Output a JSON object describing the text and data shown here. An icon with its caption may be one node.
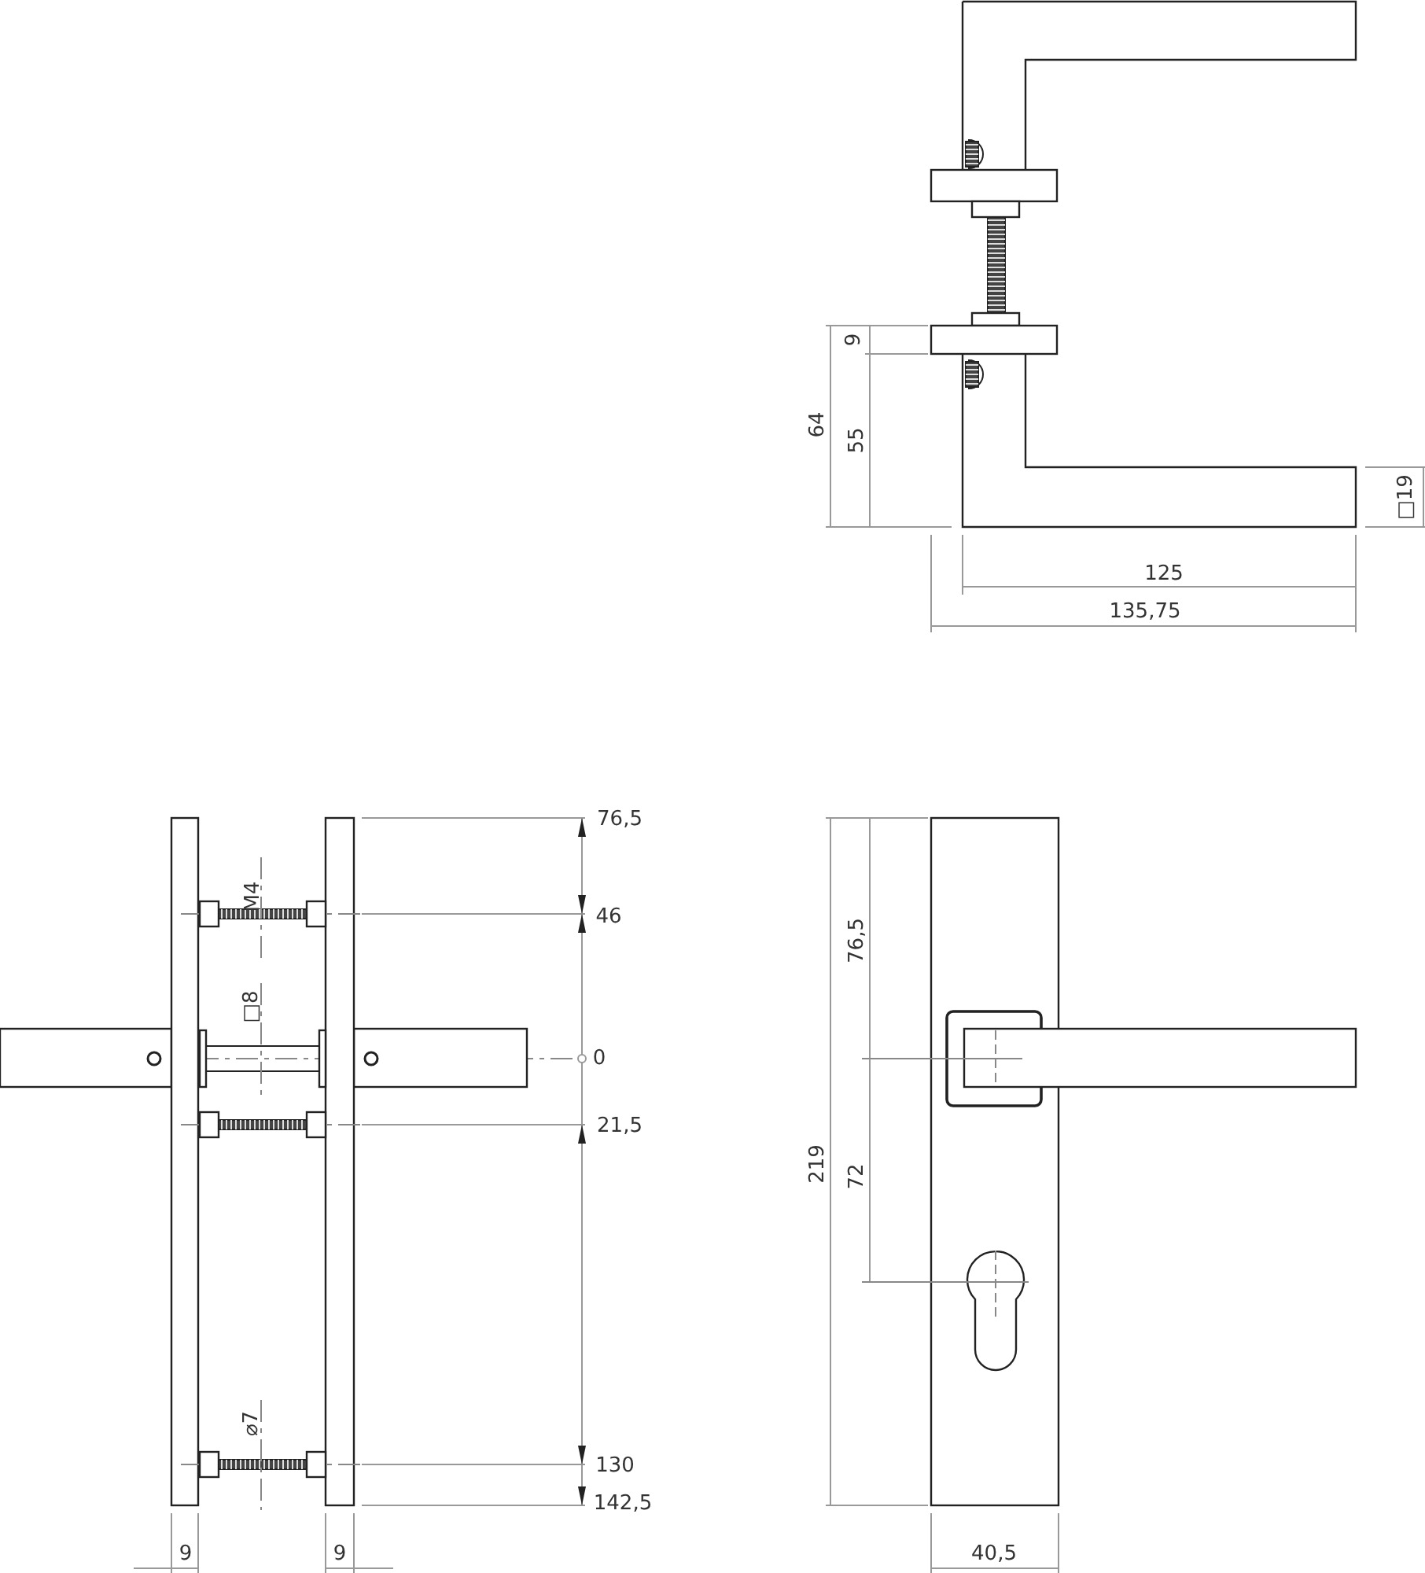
{
  "diagram": {
    "labels": [
      "9",
      "64",
      "55",
      "□19",
      "125",
      "135,75",
      "76,5",
      "M4",
      "46",
      "□8",
      "0",
      "21,5",
      "⌀7",
      "130",
      "142,5",
      "9",
      "9",
      "76,5",
      "219",
      "72",
      "40,5"
    ]
  }
}
